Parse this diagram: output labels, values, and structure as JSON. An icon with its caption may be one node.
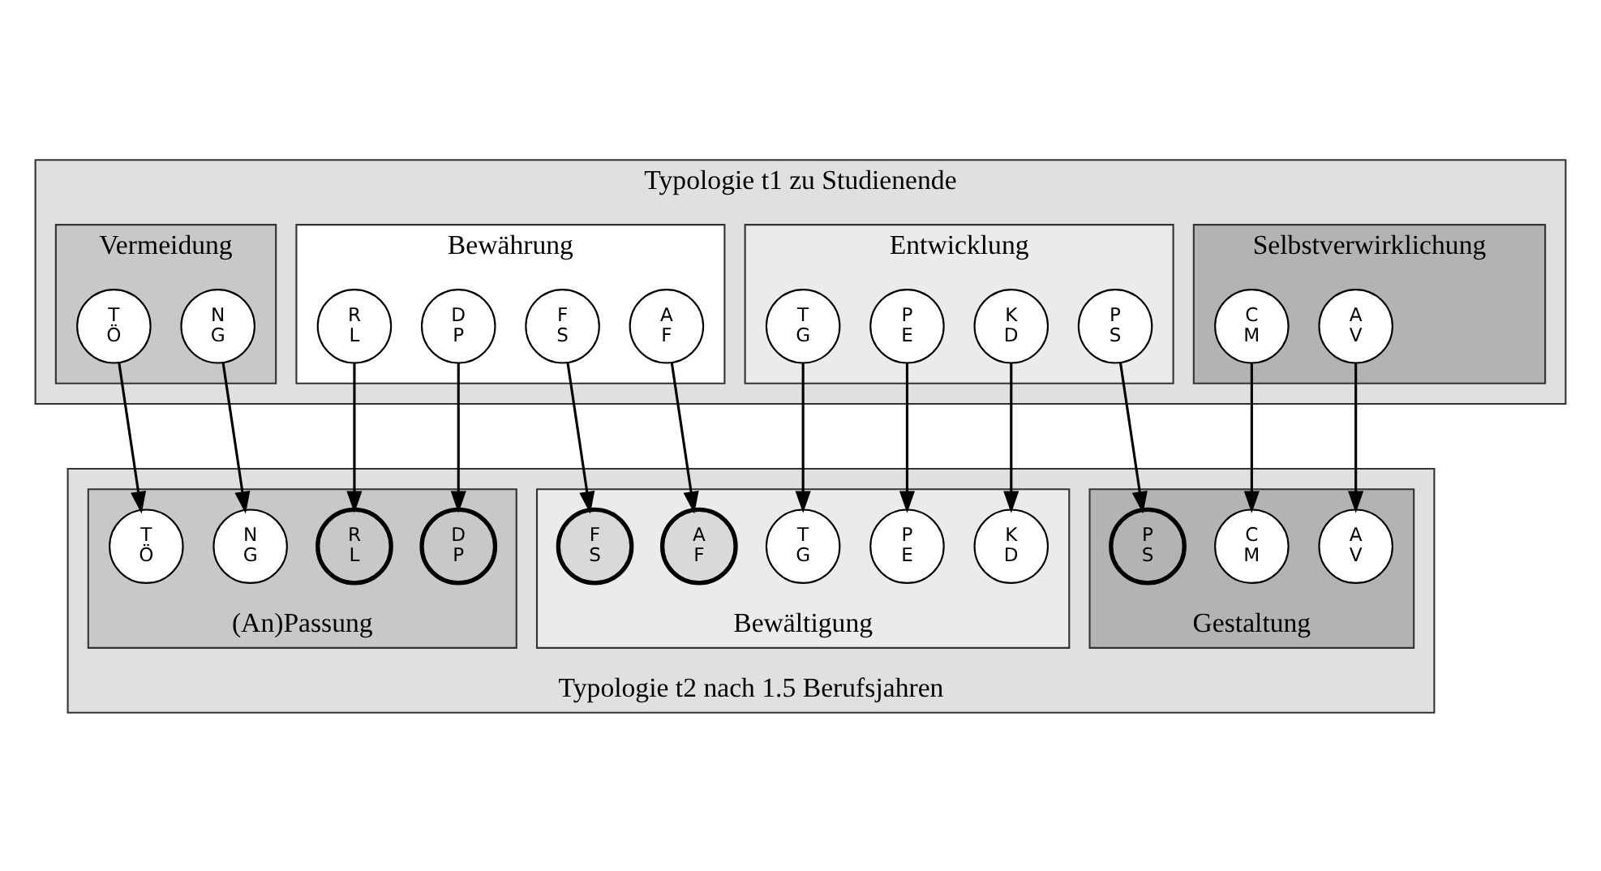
{
  "diagram": {
    "nodes": [
      {
        "text": [
          "Typologie t1 zu Studienende"
        ]
      },
      {
        "text": [
          "Selbstverwirklichung"
        ],
        "in": 0
      },
      {
        "text": [
          "A V"
        ],
        "in": 1
      },
      {
        "text": [
          "C M"
        ],
        "in": 1
      },
      {
        "text": [
          "Entwicklung"
        ],
        "in": 0
      },
      {
        "text": [
          "P S"
        ],
        "in": 4
      },
      {
        "text": [
          "K D"
        ],
        "in": 4
      },
      {
        "text": [
          "P E"
        ],
        "in": 4
      },
      {
        "text": [
          "T G"
        ],
        "in": 4
      },
      {
        "text": [
          "Bewährung"
        ],
        "in": 0
      },
      {
        "text": [
          "A F"
        ],
        "in": 9
      },
      {
        "text": [
          "F S"
        ],
        "in": 9
      },
      {
        "text": [
          "D P"
        ],
        "in": 9
      },
      {
        "text": [
          "R L"
        ],
        "in": 9
      },
      {
        "text": [
          "Vermeidung"
        ],
        "in": 0
      },
      {
        "text": [
          "N G"
        ],
        "in": 14
      },
      {
        "text": [
          "T Ö"
        ],
        "in": 14
      },
      {
        "text": [
          "Typologie t2 nach 1.5 Berufsjahren"
        ]
      },
      {
        "text": [
          "Gestaltung"
        ],
        "in": 17
      },
      {
        "text": [
          "A V"
        ],
        "in": 18
      },
      {
        "text": [
          "C M"
        ],
        "in": 18
      },
      {
        "text": [
          "P S"
        ],
        "in": 18
      },
      {
        "text": [
          "Bewältigung"
        ],
        "in": 17
      },
      {
        "text": [
          "K D"
        ],
        "in": 22
      },
      {
        "text": [
          "P E"
        ],
        "in": 22
      },
      {
        "text": [
          "T G"
        ],
        "in": 22
      },
      {
        "text": [
          "A F"
        ],
        "in": 22
      },
      {
        "text": [
          "F S"
        ],
        "in": 22
      },
      {
        "text": [
          "(An)Passung"
        ],
        "in": 17
      },
      {
        "text": [
          "D P"
        ],
        "in": 28
      },
      {
        "text": [
          "R L"
        ],
        "in": 28
      },
      {
        "text": [
          "N G"
        ],
        "in": 28
      },
      {
        "text": [
          "T Ö"
        ],
        "in": 28
      }
    ],
    "edges": [
      {
        "from": 2,
        "to": 19,
        "arrow": "to"
      },
      {
        "from": 3,
        "to": 20,
        "arrow": "to"
      },
      {
        "from": 5,
        "to": 21,
        "arrow": "to"
      },
      {
        "from": 6,
        "to": 23,
        "arrow": "to"
      },
      {
        "from": 7,
        "to": 24,
        "arrow": "to"
      },
      {
        "from": 8,
        "to": 25,
        "arrow": "to"
      },
      {
        "from": 10,
        "to": 26,
        "arrow": "to"
      },
      {
        "from": 11,
        "to": 27,
        "arrow": "to"
      },
      {
        "from": 12,
        "to": 29,
        "arrow": "to"
      },
      {
        "from": 13,
        "to": 30,
        "arrow": "to"
      },
      {
        "from": 15,
        "to": 31,
        "arrow": "to"
      },
      {
        "from": 16,
        "to": 32,
        "arrow": "to"
      }
    ]
  }
}
